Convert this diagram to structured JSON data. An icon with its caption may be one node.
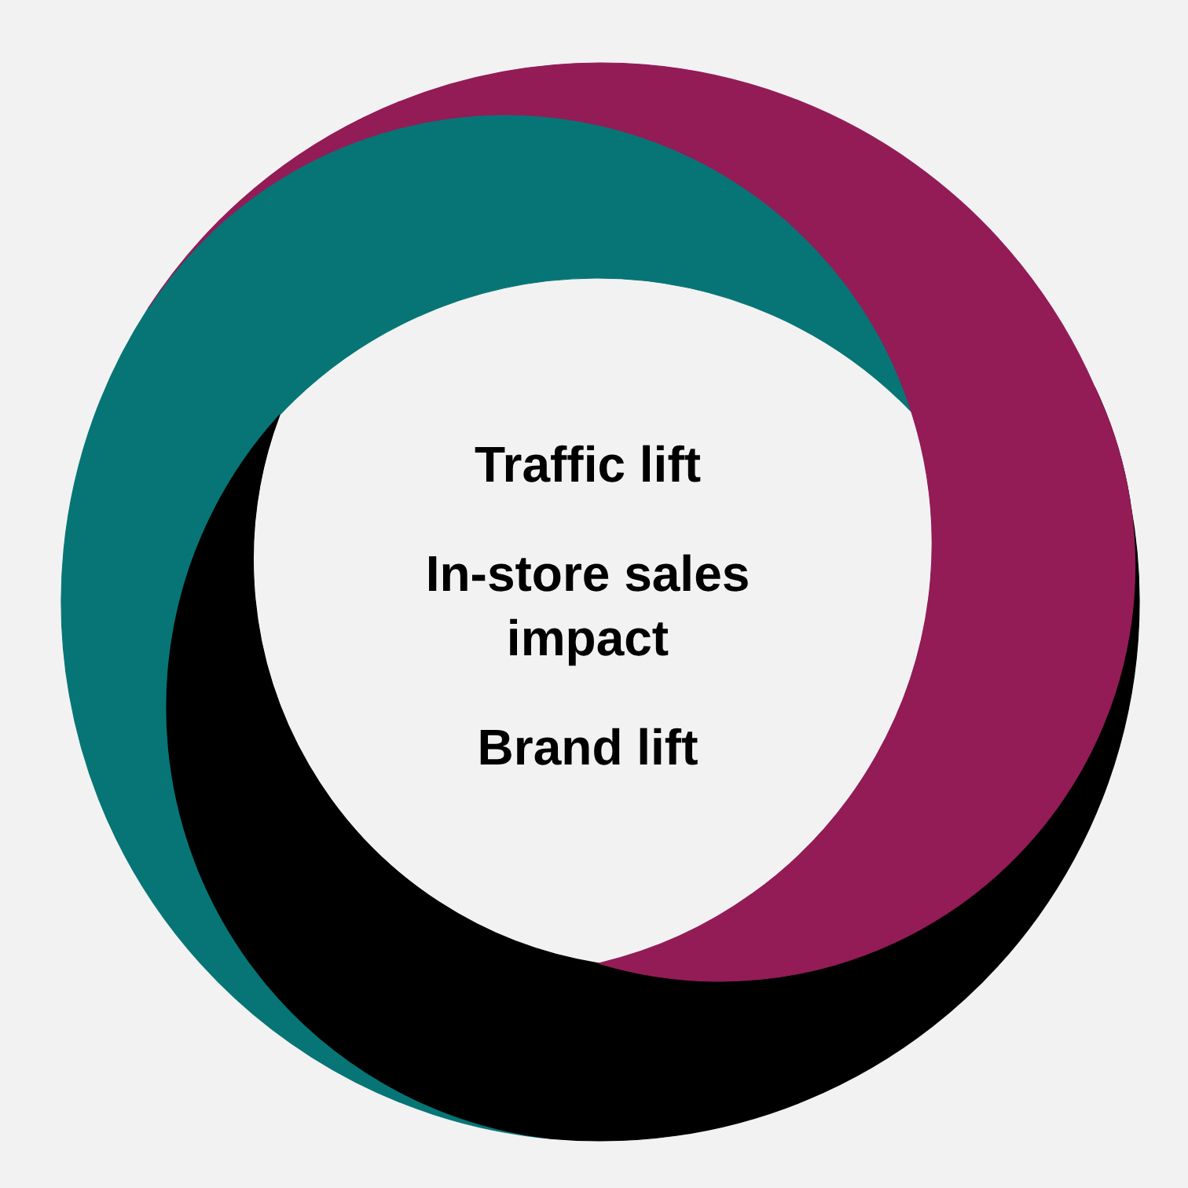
{
  "diagram": {
    "labels": [
      "Traffic lift",
      "In-store sales impact",
      "Brand lift"
    ]
  }
}
